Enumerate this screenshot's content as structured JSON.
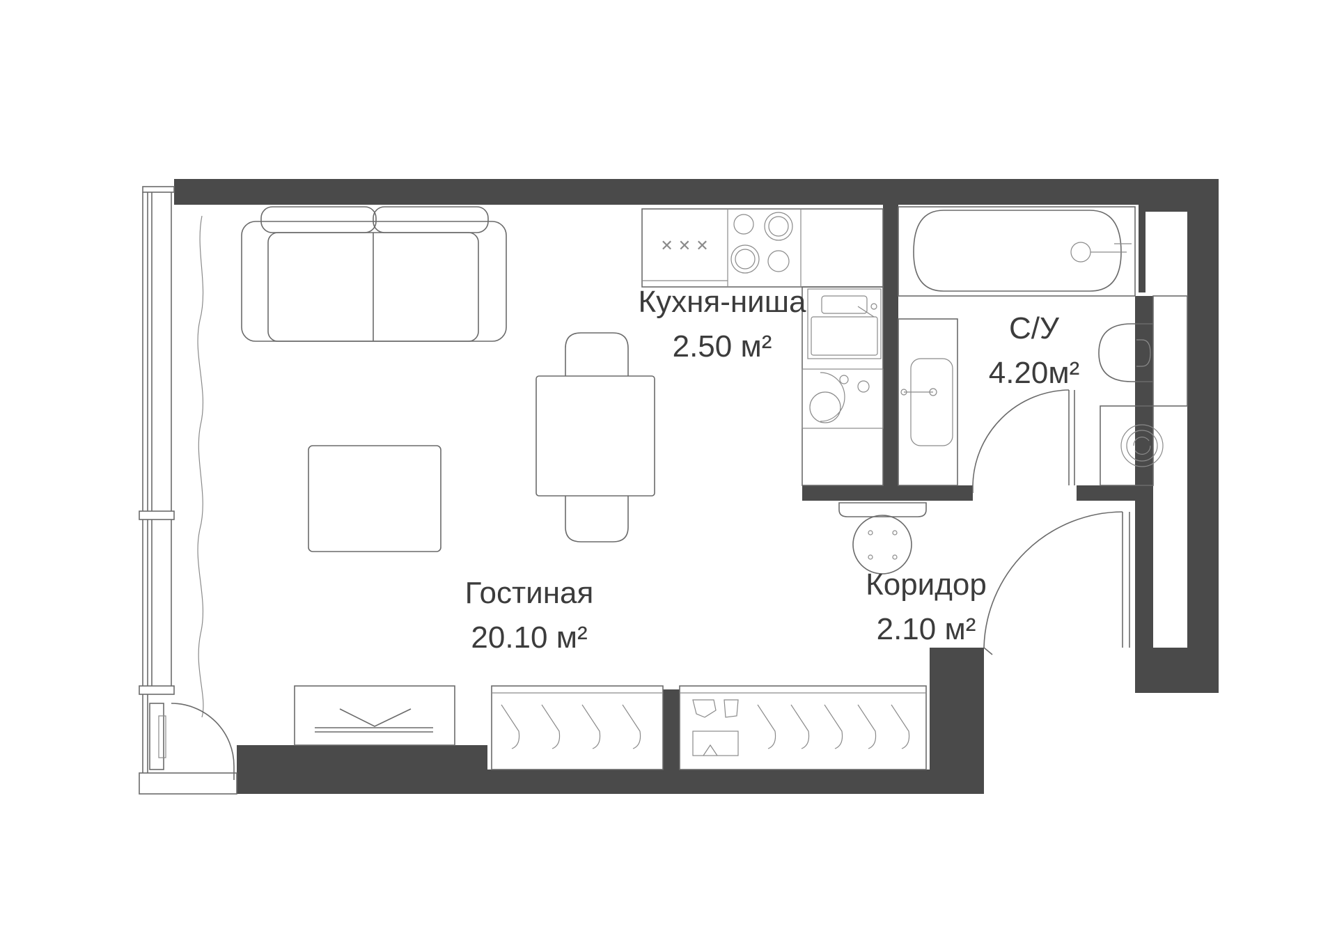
{
  "rooms": {
    "kitchen": {
      "name": "Кухня-ниша",
      "area": "2.50 м²"
    },
    "bathroom": {
      "name": "С/У",
      "area": "4.20м²"
    },
    "living": {
      "name": "Гостиная",
      "area": "20.10 м²"
    },
    "corridor": {
      "name": "Коридор",
      "area": "2.10 м²"
    }
  },
  "colors": {
    "wall": "#4a4a4a",
    "line": "#6a6a6a",
    "text": "#3c3c3c"
  }
}
